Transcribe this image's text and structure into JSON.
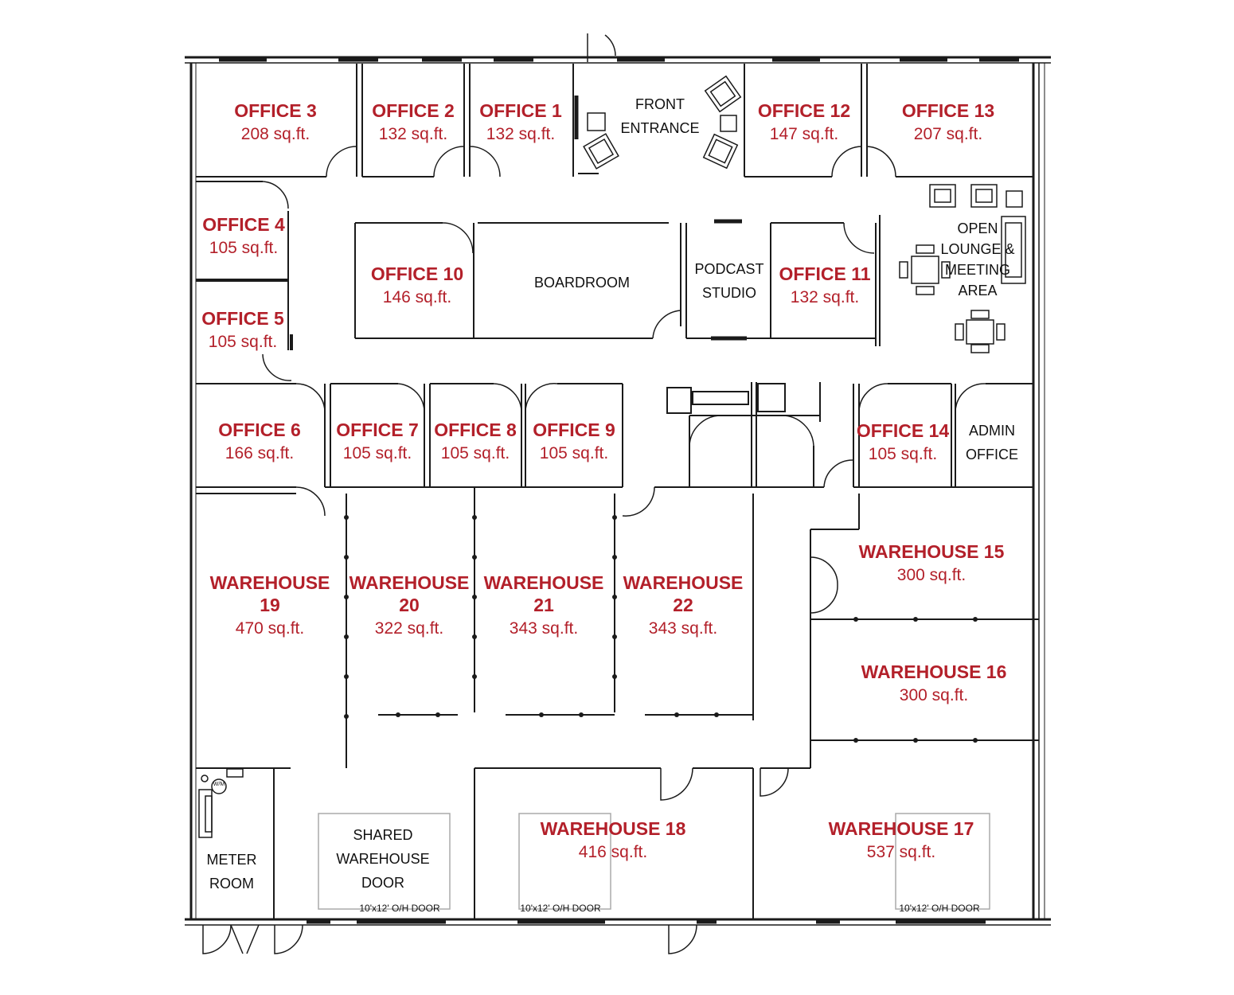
{
  "rooms": [
    {
      "id": "office-3",
      "name": "OFFICE 3",
      "area": "208 sq.ft."
    },
    {
      "id": "office-2",
      "name": "OFFICE 2",
      "area": "132 sq.ft."
    },
    {
      "id": "office-1",
      "name": "OFFICE 1",
      "area": "132 sq.ft."
    },
    {
      "id": "office-12",
      "name": "OFFICE 12",
      "area": "147 sq.ft."
    },
    {
      "id": "office-13",
      "name": "OFFICE 13",
      "area": "207 sq.ft."
    },
    {
      "id": "office-4",
      "name": "OFFICE 4",
      "area": "105 sq.ft."
    },
    {
      "id": "office-5",
      "name": "OFFICE 5",
      "area": "105 sq.ft."
    },
    {
      "id": "office-10",
      "name": "OFFICE 10",
      "area": "146 sq.ft."
    },
    {
      "id": "office-11",
      "name": "OFFICE 11",
      "area": "132 sq.ft."
    },
    {
      "id": "office-6",
      "name": "OFFICE 6",
      "area": "166 sq.ft."
    },
    {
      "id": "office-7",
      "name": "OFFICE 7",
      "area": "105 sq.ft."
    },
    {
      "id": "office-8",
      "name": "OFFICE 8",
      "area": "105 sq.ft."
    },
    {
      "id": "office-9",
      "name": "OFFICE 9",
      "area": "105 sq.ft."
    },
    {
      "id": "office-14",
      "name": "OFFICE 14",
      "area": "105 sq.ft."
    },
    {
      "id": "warehouse-15",
      "name": "WAREHOUSE 15",
      "area": "300 sq.ft."
    },
    {
      "id": "warehouse-16",
      "name": "WAREHOUSE 16",
      "area": "300 sq.ft."
    },
    {
      "id": "warehouse-17",
      "name": "WAREHOUSE 17",
      "area": "537 sq.ft."
    },
    {
      "id": "warehouse-18",
      "name": "WAREHOUSE 18",
      "area": "416 sq.ft."
    },
    {
      "id": "warehouse-19",
      "name": "WAREHOUSE",
      "number": "19",
      "area": "470 sq.ft."
    },
    {
      "id": "warehouse-20",
      "name": "WAREHOUSE",
      "number": "20",
      "area": "322 sq.ft."
    },
    {
      "id": "warehouse-21",
      "name": "WAREHOUSE",
      "number": "21",
      "area": "343 sq.ft."
    },
    {
      "id": "warehouse-22",
      "name": "WAREHOUSE",
      "number": "22",
      "area": "343 sq.ft."
    }
  ],
  "labels": {
    "front_entrance": [
      "FRONT",
      "ENTRANCE"
    ],
    "boardroom": "BOARDROOM",
    "podcast_studio": [
      "PODCAST",
      "STUDIO"
    ],
    "open_lounge": [
      "OPEN",
      "LOUNGE &",
      "MEETING",
      "AREA"
    ],
    "admin_office": [
      "ADMIN",
      "OFFICE"
    ],
    "meter_room": [
      "METER",
      "ROOM"
    ],
    "shared_warehouse_door": [
      "SHARED",
      "WAREHOUSE",
      "DOOR"
    ],
    "wm_tag": "W/M"
  },
  "overhead_doors": [
    "10'x12' O/H DOOR",
    "10'x12' O/H DOOR",
    "10'x12' O/H DOOR"
  ],
  "colors": {
    "label_red": "#b3202a",
    "wall": "#1a1a1a",
    "line_gray": "#aaaaaa"
  }
}
